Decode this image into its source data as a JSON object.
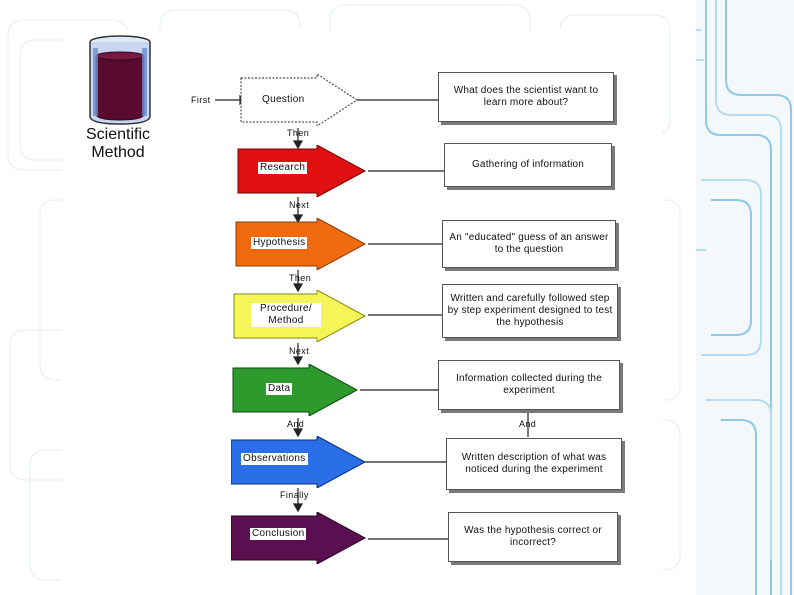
{
  "diagram": {
    "title": "Scientific Method",
    "first_label": "First",
    "colors": {
      "question": "#ffffff",
      "research": "#e01010",
      "hypothesis": "#f06a10",
      "procedure": "#f5f55a",
      "data": "#2e9a2e",
      "observations": "#2a6ee8",
      "conclusion": "#5a1050",
      "beaker_liquid": "#5a0a2e",
      "beaker_glass": "#6f8fd0"
    },
    "steps": [
      {
        "label": "Question",
        "connector": "",
        "desc": "What does the scientist want to learn more about?"
      },
      {
        "label": "Research",
        "connector": "Then",
        "desc": "Gathering of information"
      },
      {
        "label": "Hypothesis",
        "connector": "Next",
        "desc": "An \"educated\" guess of an answer to the question"
      },
      {
        "label": "Procedure/ Method",
        "connector": "Then",
        "desc": "Written and carefully followed step by step experiment designed to test the hypothesis"
      },
      {
        "label": "Data",
        "connector": "Next",
        "desc": "Information collected during the experiment"
      },
      {
        "label": "Observations",
        "connector": "And",
        "desc": "Written description of what was noticed during the experiment"
      },
      {
        "label": "Conclusion",
        "connector": "Finally",
        "desc": "Was the hypothesis correct or incorrect?"
      }
    ],
    "and_label": "And"
  }
}
